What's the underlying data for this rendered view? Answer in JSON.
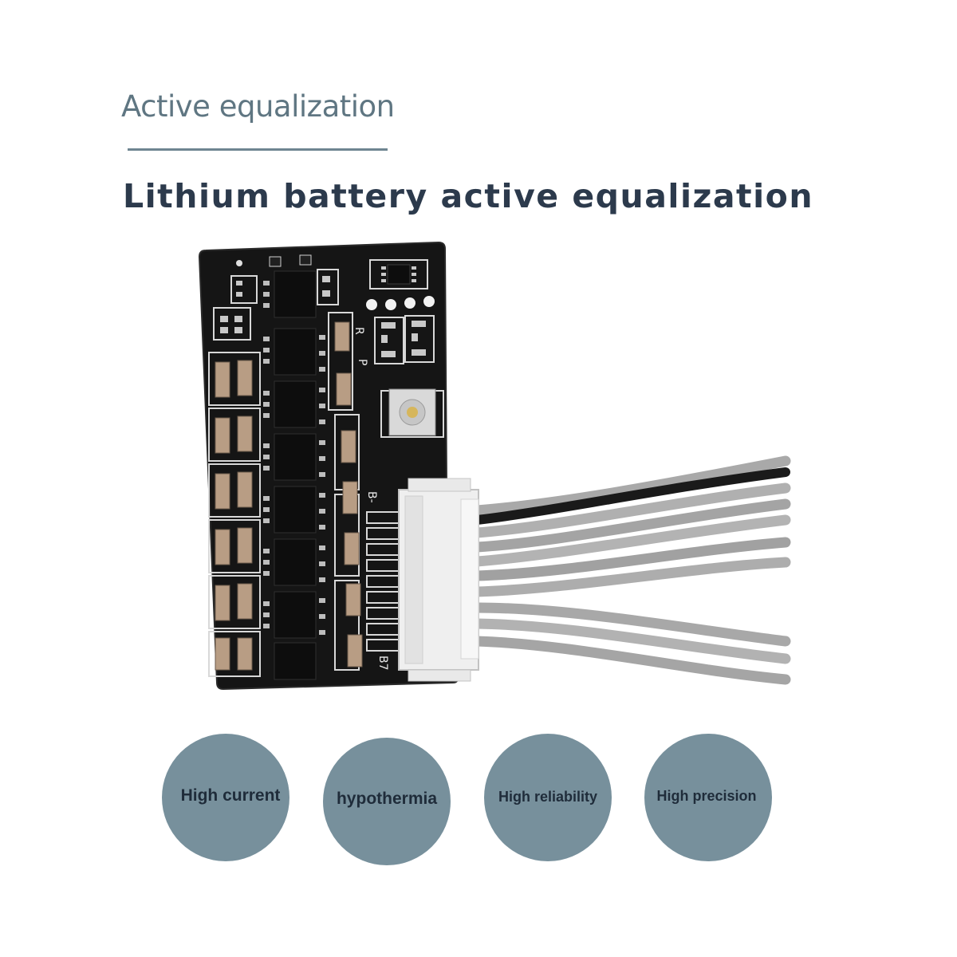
{
  "header": {
    "section_title": "Active equalization",
    "headline": "Lithium battery active equalization"
  },
  "pcb": {
    "silkscreen": {
      "r": "R",
      "p": "P",
      "b_minus": "B-",
      "b7": "B7"
    },
    "colors": {
      "board": "#141414",
      "silkscreen": "#e8e8e8",
      "wire": "#a3a3a3",
      "connector": "#ededed"
    }
  },
  "features": [
    {
      "label": "High current"
    },
    {
      "label": "hypothermia"
    },
    {
      "label": "High reliability"
    },
    {
      "label": "High precision"
    }
  ],
  "colors": {
    "badge": "#77909c",
    "badge_text": "#1f2c3a",
    "title": "#5f7682",
    "headline": "#2c3a4c"
  }
}
